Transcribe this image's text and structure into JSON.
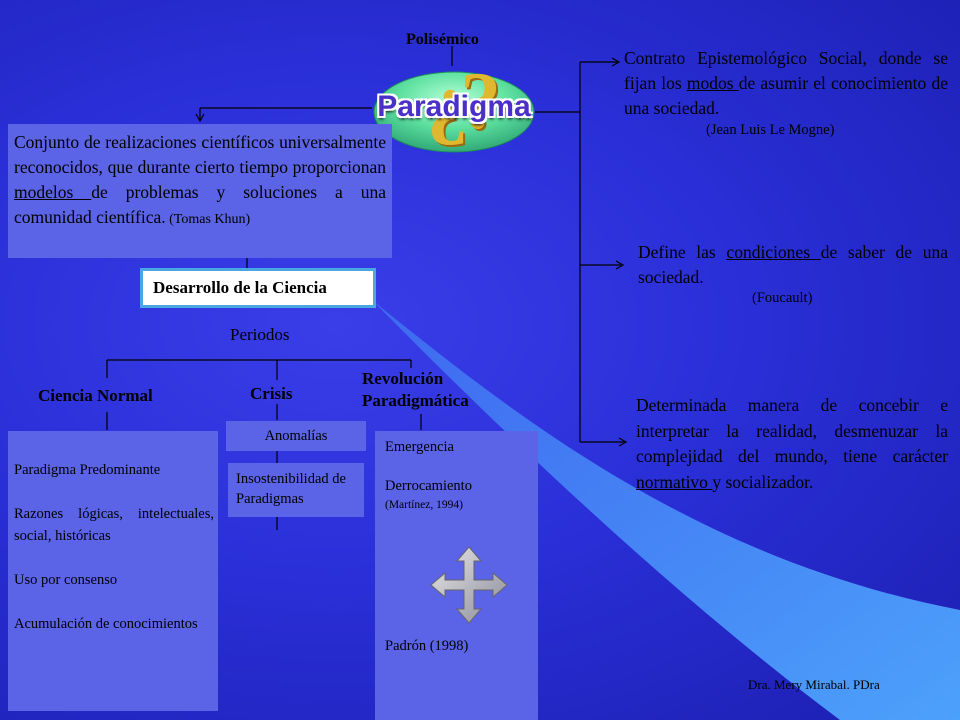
{
  "top_label": "Polisémico",
  "center": {
    "title": "Paradigma",
    "marks": "¿?"
  },
  "kuhn": {
    "text": "Conjunto de realizaciones científicos universalmente reconocidos, que durante cierto tiempo proporcionan ",
    "link": "modelos ",
    "text2": "de problemas y soluciones a una comunidad científica.",
    "cite": " (Tomas Khun)"
  },
  "desarrollo": "Desarrollo de la Ciencia",
  "periodos": "Periodos",
  "ciencia_normal": {
    "title": "Ciencia Normal",
    "items": [
      "Paradigma Predominante",
      "Razones lógicas, intelectuales, social, históricas",
      "Uso por consenso",
      "Acumulación de conocimientos"
    ]
  },
  "crisis": {
    "title": "Crisis",
    "anomalias": "Anomalías",
    "insostenibilidad": "Insostenibilidad de Paradigmas"
  },
  "revolucion": {
    "title": "Revolución Paradigmática",
    "emergencia": "Emergencia",
    "derrocamiento": "Derrocamiento",
    "martinez": "(Martínez, 1994)",
    "padron": "Padrón (1998)"
  },
  "right": {
    "contrato": {
      "text1": "Contrato Epistemológico Social, donde se fijan los ",
      "link": "modos ",
      "text2": "de asumir el conocimiento de una sociedad.",
      "cite": "(Jean Luis Le Mogne)"
    },
    "foucault": {
      "text1": "Define las ",
      "link": "condiciones ",
      "text2": " de saber de una sociedad.",
      "cite": "(Foucault)"
    },
    "determinada": {
      "text1": "Determinada manera de concebir e interpretar la realidad, desmenuzar la complejidad del mundo, tiene carácter ",
      "link": "normativo ",
      "text2": "y socializador."
    }
  },
  "author": "Dra. Mery Mirabal. PDra",
  "colors": {
    "background": "#2a2fd8",
    "box": "#5b63e6",
    "title": "#4a2fc8",
    "marks": "#e0b830",
    "ellipse": "#5de0a0"
  }
}
